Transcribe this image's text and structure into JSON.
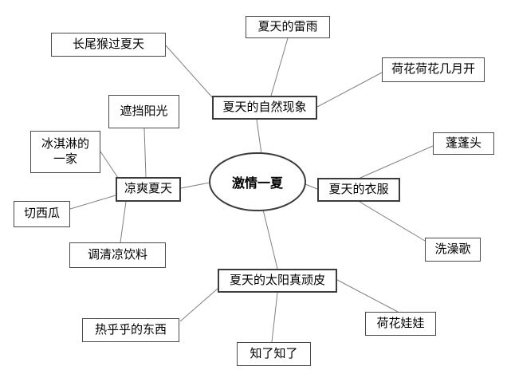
{
  "diagram": {
    "center": {
      "label": "激情一夏"
    },
    "branches": [
      {
        "label": "夏天的自然现象",
        "children": [
          {
            "label": "夏天的雷雨"
          },
          {
            "label": "长尾猴过夏天"
          },
          {
            "label": "荷花荷花几月开"
          }
        ]
      },
      {
        "label": "夏天的衣服",
        "children": [
          {
            "label": "蓬蓬头"
          },
          {
            "label": "洗澡歌"
          }
        ]
      },
      {
        "label": "凉爽夏天",
        "children": [
          {
            "label": "遮挡阳光"
          },
          {
            "label": "冰淇淋的一家"
          },
          {
            "label": "切西瓜"
          },
          {
            "label": "调清凉饮料"
          }
        ]
      },
      {
        "label": "夏天的太阳真顽皮",
        "children": [
          {
            "label": "热乎乎的东西"
          },
          {
            "label": "知了知了"
          },
          {
            "label": "荷花娃娃"
          }
        ]
      }
    ],
    "colors": {
      "background": "#ffffff",
      "node_border": "#3c3c3c",
      "connector": "#808080",
      "text": "#000000"
    }
  }
}
